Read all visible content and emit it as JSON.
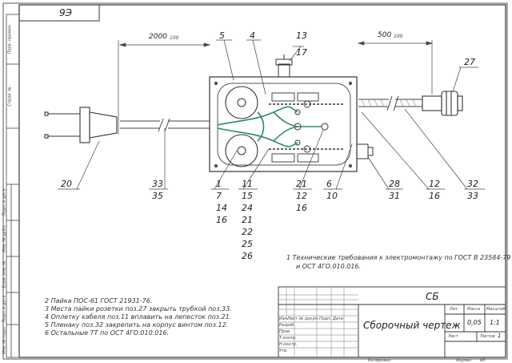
{
  "corner_code": "9Э",
  "dimensions": {
    "cable_left": "2000",
    "cable_left_unit": "100",
    "cable_right": "500",
    "cable_right_unit": "100"
  },
  "labels": {
    "l5": "5",
    "l4": "4",
    "l13": "13",
    "l17": "17",
    "l27": "27",
    "l20": "20",
    "l33": "33",
    "l35": "35",
    "col_a": [
      "1",
      "7",
      "14",
      "16"
    ],
    "col_b": [
      "11",
      "15",
      "24",
      "21",
      "22",
      "25",
      "26"
    ],
    "col_c": [
      "21",
      "12",
      "16"
    ],
    "col_d": [
      "6",
      "10"
    ],
    "col_e": [
      "28",
      "31"
    ],
    "col_f": [
      "12",
      "16"
    ],
    "col_g": [
      "32",
      "33"
    ]
  },
  "tech_req": [
    "1 Технические требования к электромонтажу по ГОСТ В 23584-79",
    "и ОСТ 4ГО.010.016."
  ],
  "notes": [
    "2 Пайка ПОС-61 ГОСТ 21931-76.",
    "3 Места пайки розетки поз.27 закрыть трубкой поз.33.",
    "4 Оплетку кабеля поз.11 вплавить на лепесток поз.21.",
    "5 Пленаку поз.32 закрепить на корпус винтом поз.12.",
    "6 Остальные ТТ по ОСТ 4ГО.010.016."
  ],
  "left_strip": [
    "Перв. примен.",
    "Справ. №",
    "Подп. и дата",
    "Инв. № дубл.",
    "Взам. инв. №",
    "Подп. и дата",
    "Инв. № подл."
  ],
  "title_block": {
    "code": "СБ",
    "title": "Сборочный чертеж",
    "col_headers": [
      "Изм.",
      "Лист",
      "№ докум.",
      "Подп.",
      "Дата"
    ],
    "row_labels": [
      "Разраб.",
      "Пров.",
      "Т.контр.",
      "Н.контр.",
      "Утв."
    ],
    "lit_header": "Лит.",
    "mass_header": "Масса",
    "scale_header": "Масштаб",
    "mass_value": "0,05",
    "scale_value": "1:1",
    "sheet_label": "Лист",
    "sheets_label": "Листов",
    "sheets_value": "1",
    "copied": "Копировал",
    "format": "Формат",
    "format_value": "А3"
  }
}
